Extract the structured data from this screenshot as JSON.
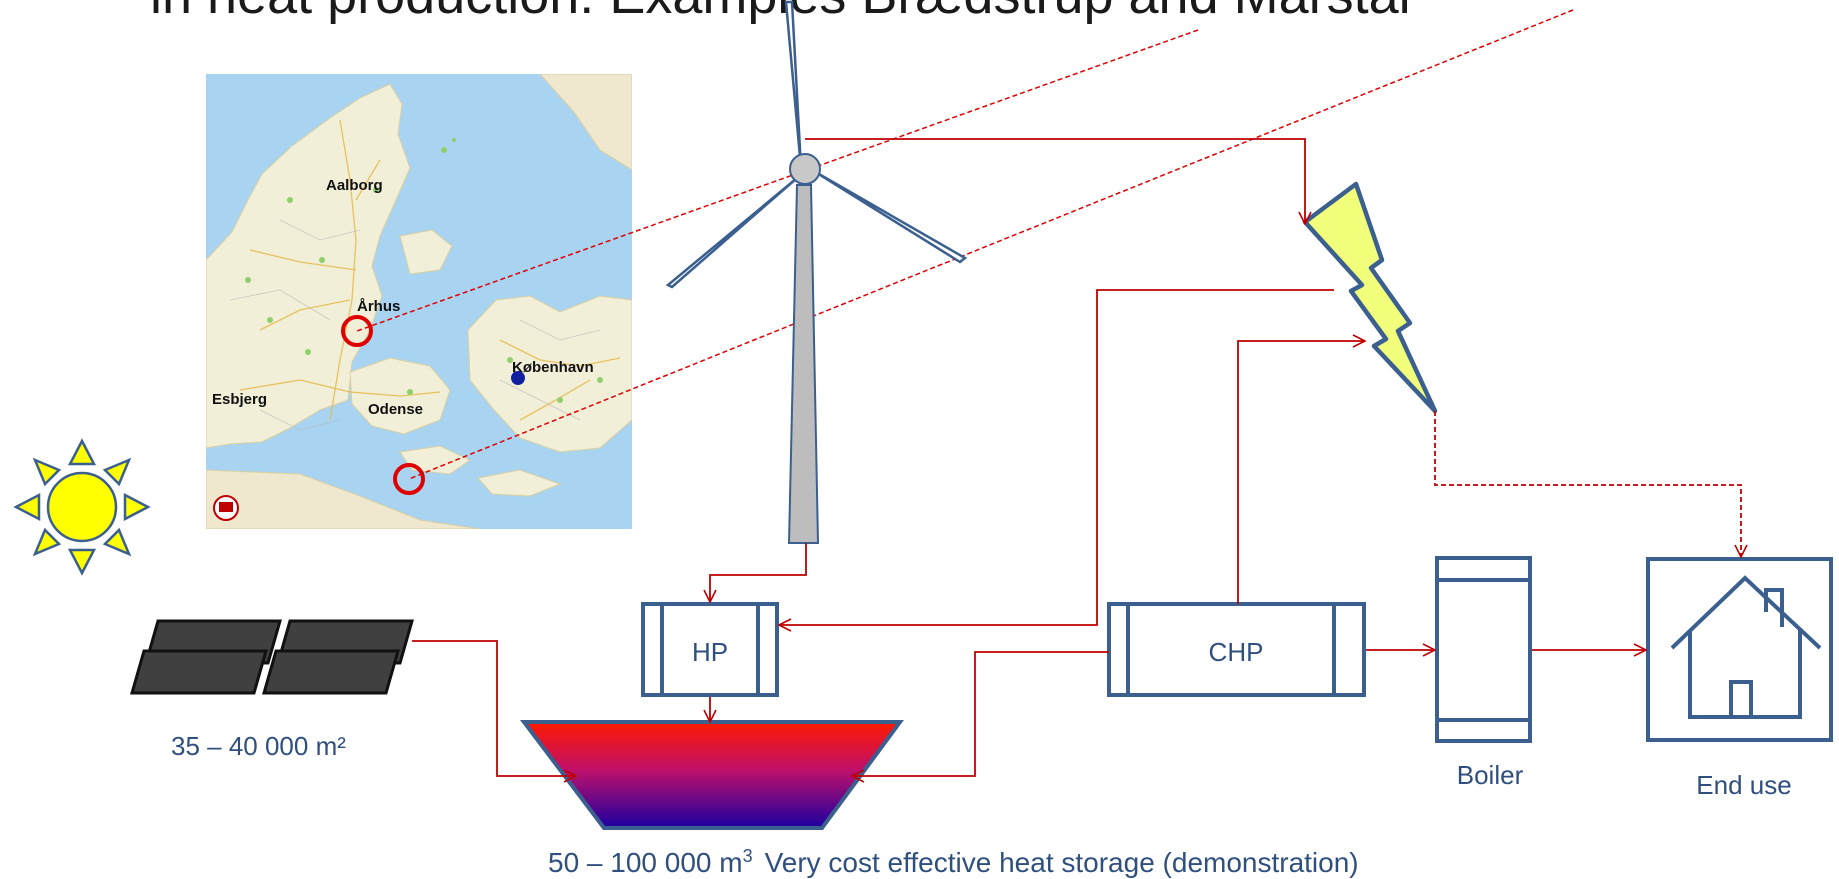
{
  "title": "in heat production: Examples Brædstrup and Marstal",
  "map": {
    "cities": [
      "Aalborg",
      "Århus",
      "København",
      "Esbjerg",
      "Odense"
    ]
  },
  "components": {
    "hp": "HP",
    "chp": "CHP",
    "boiler": "Boiler",
    "end_use": "End use"
  },
  "labels": {
    "solar_area": "35 – 40 000 m²",
    "storage_volume": "50 – 100 000 m",
    "storage_exp": "3",
    "storage_desc": "Very cost effective heat storage (demonstration)"
  },
  "colors": {
    "line_red": "#c00000",
    "box_blue": "#3b5f8f",
    "text_blue": "#2f4f7f",
    "sun_yellow": "#ffff00",
    "bolt_yellow": "#f2ff7a",
    "sea": "#a8d4f2",
    "land": "#f2efd8"
  }
}
